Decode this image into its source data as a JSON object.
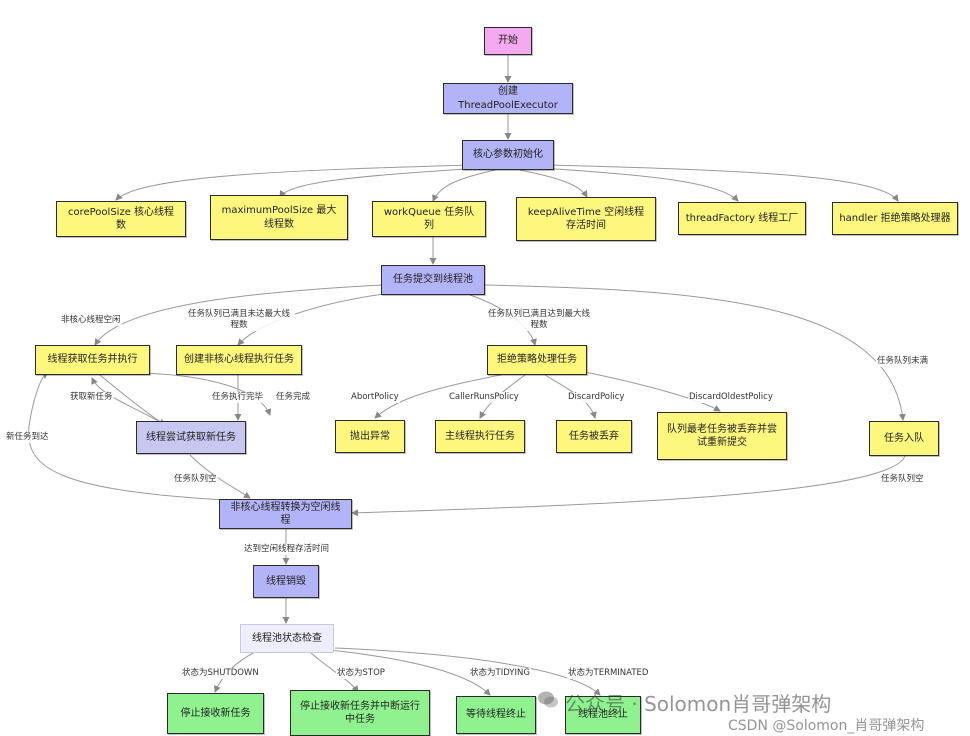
{
  "nodes": {
    "start": "开始",
    "create_executor": "创建 ThreadPoolExecutor",
    "init_params": "核心参数初始化",
    "core_pool_size": "corePoolSize 核心线程数",
    "max_pool_size": "maximumPoolSize 最大线程数",
    "work_queue": "workQueue 任务队列",
    "keep_alive": "keepAliveTime 空闲线程存活时间",
    "thread_factory": "threadFactory 线程工厂",
    "handler": "handler 拒绝策略处理器",
    "submit_task": "任务提交到线程池",
    "fetch_execute": "线程获取任务并执行",
    "create_noncore": "创建非核心线程执行任务",
    "reject_strategy": "拒绝策略处理任务",
    "abort_exception": "抛出异常",
    "caller_runs": "主线程执行任务",
    "discard": "任务被丢弃",
    "discard_oldest": "队列最老任务被丢弃并尝试重新提交",
    "enqueue": "任务入队",
    "try_fetch": "线程尝试获取新任务",
    "noncore_to_idle": "非核心线程转换为空闲线程",
    "thread_destroy": "线程销毁",
    "pool_state_check": "线程池状态检查",
    "stop_accept": "停止接收新任务",
    "stop_interrupt": "停止接收新任务并中断运行中任务",
    "wait_terminate": "等待线程终止",
    "pool_terminated": "线程池终止"
  },
  "edge_labels": {
    "core_idle": "非核心线程空闲",
    "queue_full_below_max": "任务队列已满且未达最大线程数",
    "queue_full_at_max": "任务队列已满且达到最大线程数",
    "queue_not_full": "任务队列未满",
    "abort_policy": "AbortPolicy",
    "caller_runs_policy": "CallerRunsPolicy",
    "discard_policy": "DiscardPolicy",
    "discard_oldest_policy": "DiscardOldestPolicy",
    "get_new_task": "获取新任务",
    "task_done_exec": "任务执行完毕",
    "task_complete": "任务完成",
    "new_task_arrive": "新任务到达",
    "queue_empty_left": "任务队列空",
    "queue_empty_right": "任务队列空",
    "reach_idle_time": "达到空闲线程存活时间",
    "state_shutdown": "状态为SHUTDOWN",
    "state_stop": "状态为STOP",
    "state_tidying": "状态为TIDYING",
    "state_terminated": "状态为TERMINATED"
  },
  "watermark": {
    "wechat": "公众号 · Solomon肖哥弹架构",
    "csdn": "CSDN @Solomon_肖哥弹架构"
  },
  "colors": {
    "start": "#f4a9f0",
    "process": "#b3b3f7",
    "parameter": "#fdf77e",
    "terminal_state": "#8ff28f",
    "check": "#eeedfb"
  }
}
